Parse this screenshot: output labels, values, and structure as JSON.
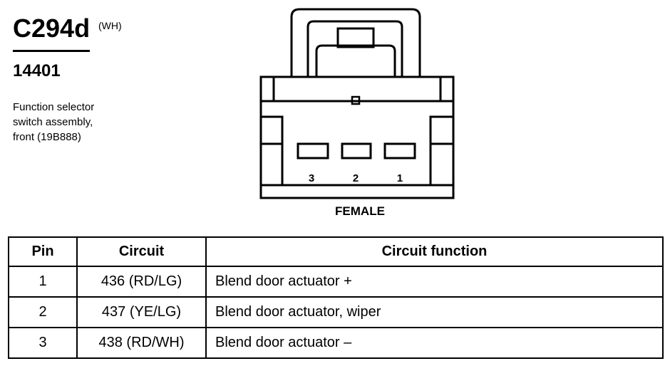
{
  "header": {
    "connector_id": "C294d",
    "color_code": "(WH)",
    "part_number": "14401",
    "description": "Function selector\nswitch assembly,\nfront (19B888)"
  },
  "connector": {
    "gender_label": "FEMALE",
    "pin_labels": [
      "3",
      "2",
      "1"
    ]
  },
  "table": {
    "headers": {
      "pin": "Pin",
      "circuit": "Circuit",
      "function": "Circuit function"
    },
    "rows": [
      {
        "pin": "1",
        "circuit": "436 (RD/LG)",
        "function": "Blend door actuator +"
      },
      {
        "pin": "2",
        "circuit": "437 (YE/LG)",
        "function": "Blend door actuator, wiper"
      },
      {
        "pin": "3",
        "circuit": "438 (RD/WH)",
        "function": "Blend door actuator –"
      }
    ]
  }
}
